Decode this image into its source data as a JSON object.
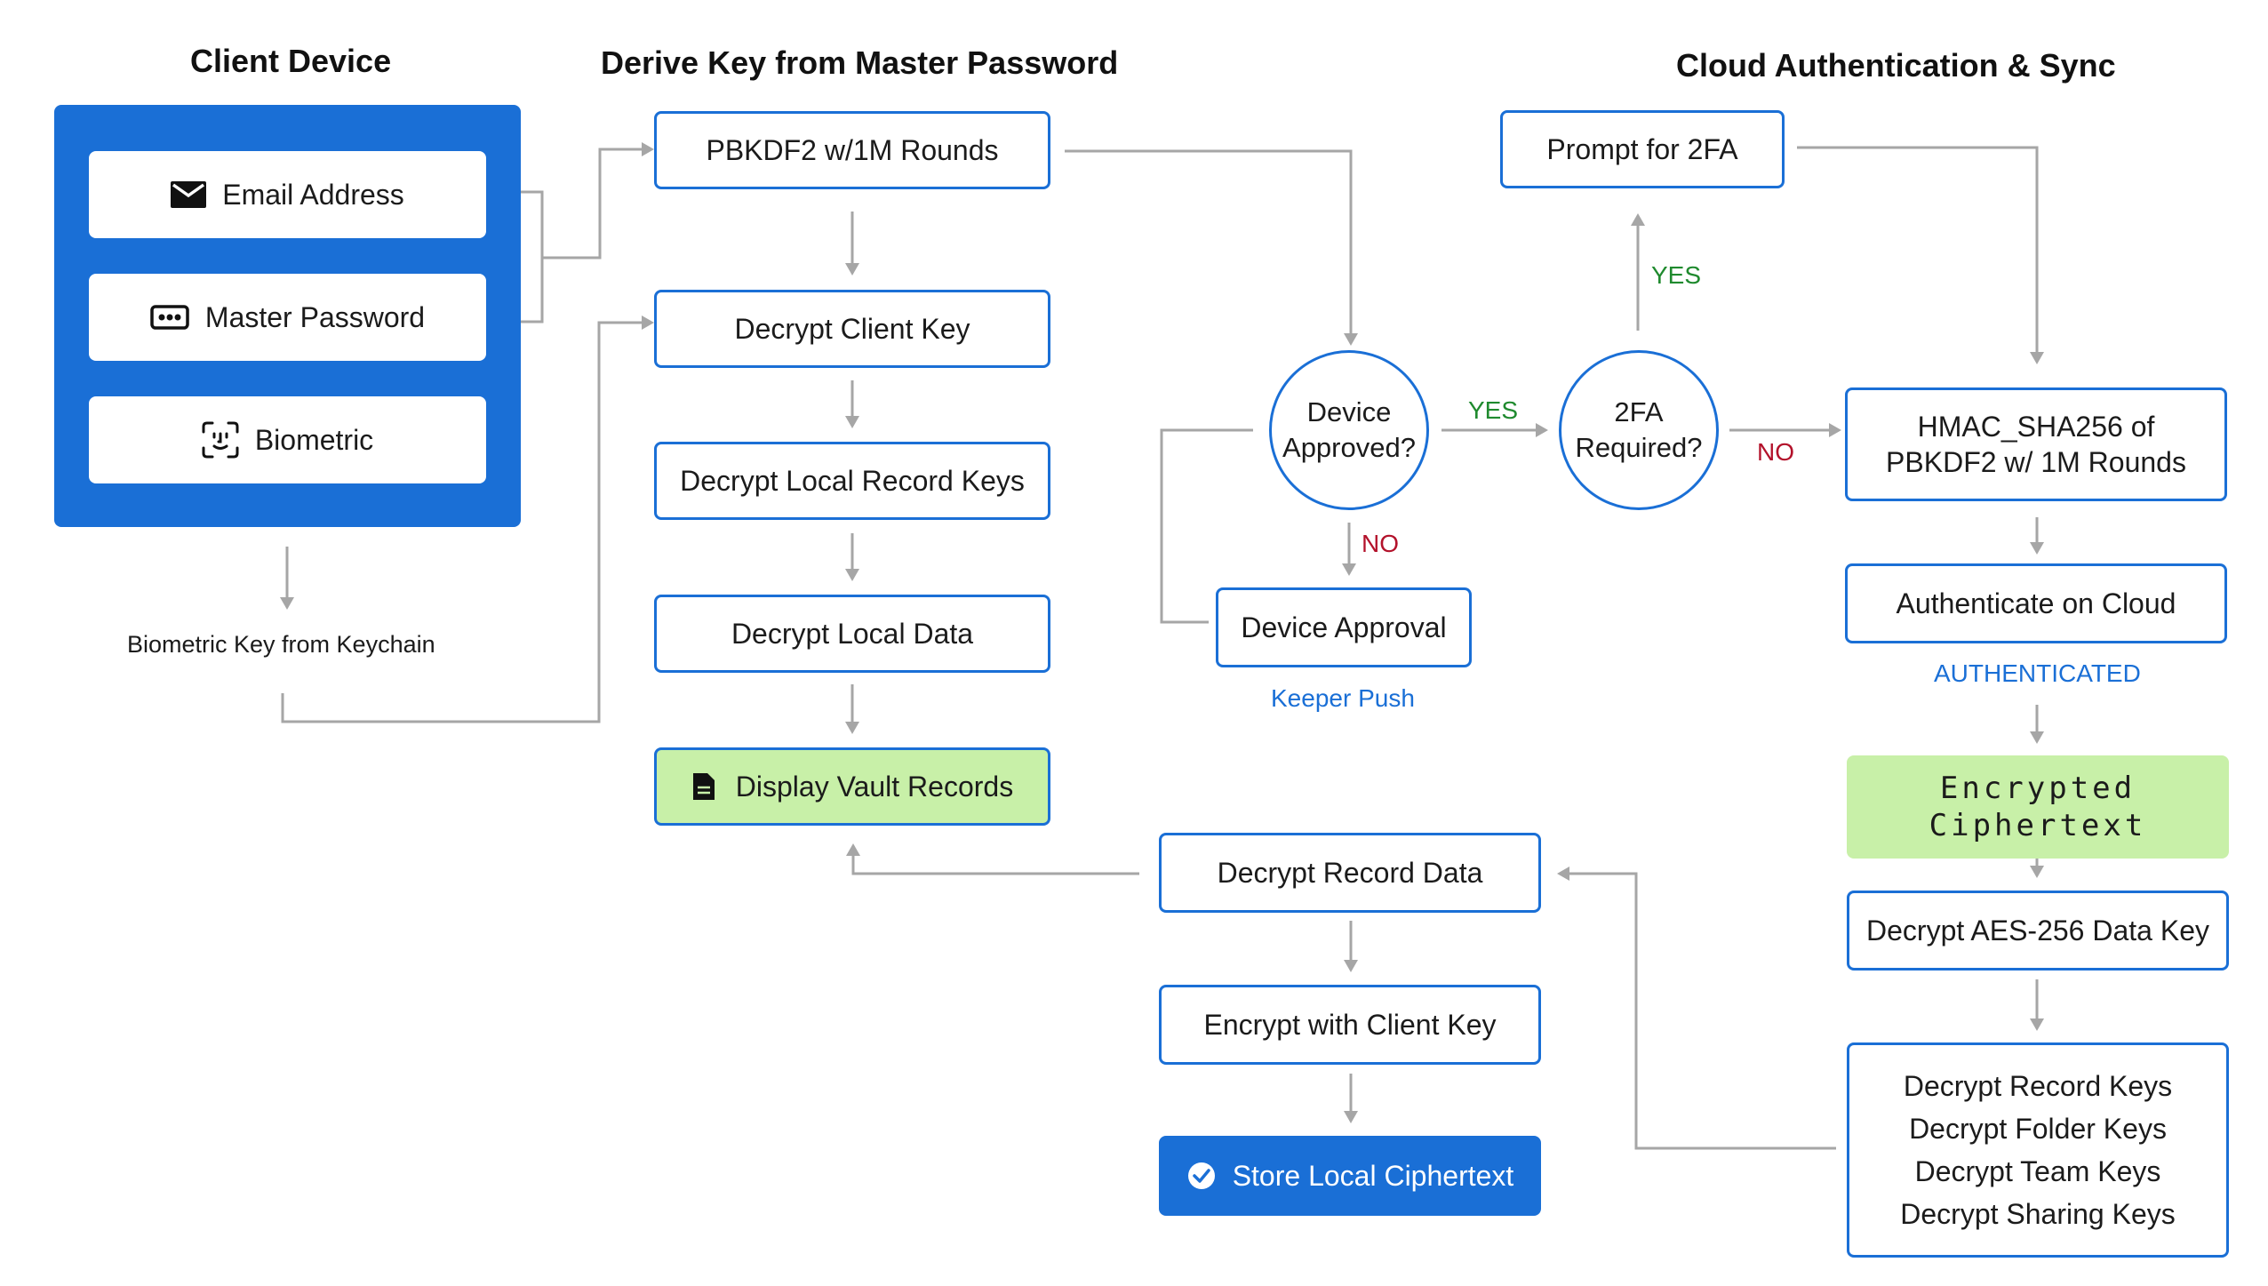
{
  "titles": {
    "client_device": "Client Device",
    "derive_key": "Derive Key from Master Password",
    "cloud": "Cloud Authentication & Sync"
  },
  "client": {
    "email": "Email Address",
    "master_password": "Master Password",
    "biometric": "Biometric",
    "biometric_key": "Biometric Key from Keychain"
  },
  "derive": {
    "pbkdf2": "PBKDF2 w/1M Rounds",
    "decrypt_client_key": "Decrypt Client Key",
    "decrypt_local_record_keys": "Decrypt Local Record Keys",
    "decrypt_local_data": "Decrypt Local Data",
    "display_vault_records": "Display Vault Records"
  },
  "device": {
    "approved_line1": "Device",
    "approved_line2": "Approved?",
    "approval": "Device Approval",
    "keeper_push": "Keeper Push",
    "yes": "YES",
    "no": "NO"
  },
  "twofa": {
    "required_line1": "2FA",
    "required_line2": "Required?",
    "prompt": "Prompt for 2FA",
    "yes": "YES",
    "no": "NO"
  },
  "cloud": {
    "hmac_line1": "HMAC_SHA256 of",
    "hmac_line2": "PBKDF2 w/ 1M Rounds",
    "authenticate": "Authenticate on Cloud",
    "authenticated": "AUTHENTICATED",
    "ciphertext_line1": "Encrypted",
    "ciphertext_line2": "Ciphertext",
    "decrypt_aes": "Decrypt AES-256 Data Key",
    "keys": [
      "Decrypt Record Keys",
      "Decrypt Folder Keys",
      "Decrypt Team Keys",
      "Decrypt Sharing Keys"
    ]
  },
  "local": {
    "decrypt_record_data": "Decrypt Record Data",
    "encrypt_client_key": "Encrypt with Client Key",
    "store_local_ciphertext": "Store Local Ciphertext"
  },
  "icons": [
    "envelope-icon",
    "password-dots-icon",
    "face-id-icon",
    "document-icon",
    "check-circle-icon"
  ],
  "colors": {
    "accent": "#1a6fd6",
    "highlight": "#c8f0a8",
    "yes": "#1f8a2e",
    "no": "#b3122b",
    "connector": "#a6a6a6"
  }
}
